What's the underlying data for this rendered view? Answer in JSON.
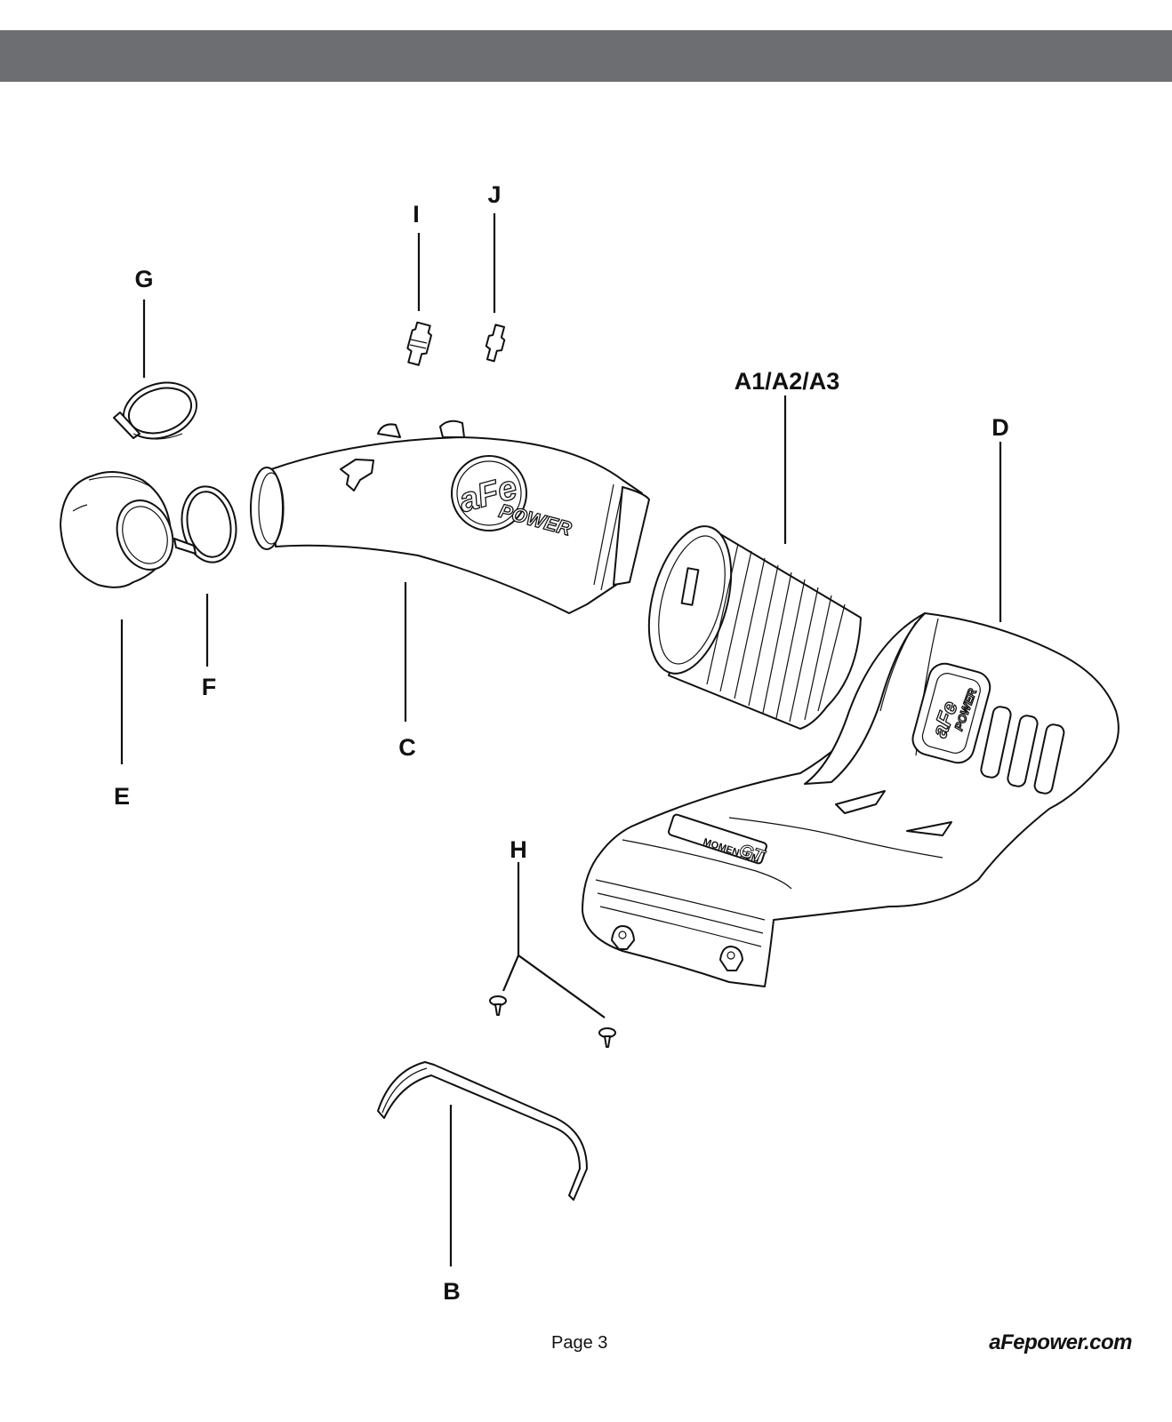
{
  "labels": {
    "a": "A1/A2/A3",
    "b": "B",
    "c": "C",
    "d": "D",
    "e": "E",
    "f": "F",
    "g": "G",
    "h": "H",
    "i": "I",
    "j": "J"
  },
  "tube_logo": {
    "brand": "aFe",
    "sub": "POWER"
  },
  "box_logo": {
    "brand": "aFe",
    "sub": "POWER"
  },
  "box_badge": {
    "line1": "MOMENTUM",
    "line2": "GT"
  },
  "footer": {
    "page": "Page 3",
    "url": "aFepower.com"
  }
}
